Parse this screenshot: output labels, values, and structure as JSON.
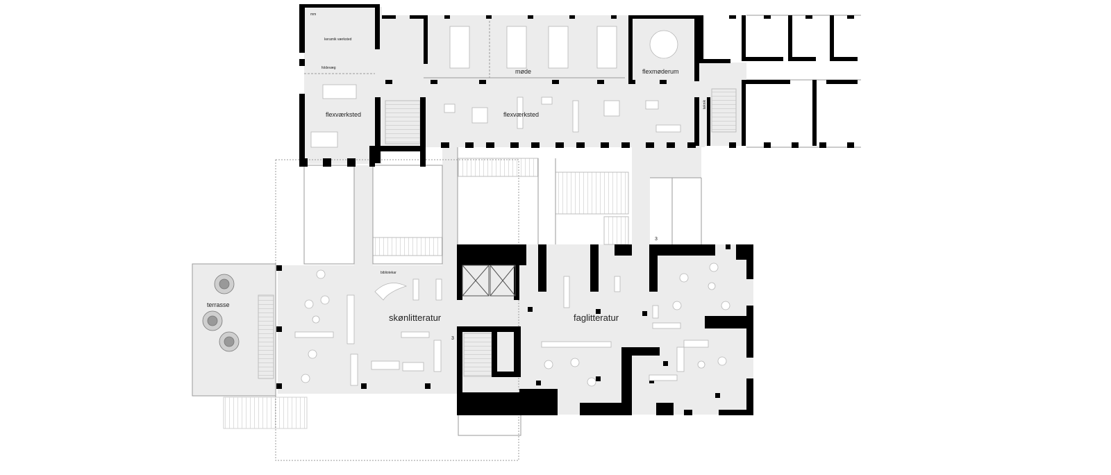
{
  "rooms": {
    "mm": "mm",
    "keramik": "keramik værksted",
    "foldevaeg": "foldevæg",
    "flexvaerksted_left": "flexværksted",
    "flexvaerksted_center": "flexværksted",
    "mode": "møde",
    "flexmoderum": "flexmøderum",
    "teknik": "teknik",
    "bibliotekar": "bibliotekar",
    "skonlitteratur": "skønlitteratur",
    "faglitteratur": "faglitteratur",
    "terrasse": "terrasse"
  },
  "markers": {
    "level_upper": "3",
    "level_lower": "3"
  },
  "colors": {
    "wall": "#000000",
    "floor": "#ececec",
    "line": "#9a9a9a",
    "furniture": "#ffffff"
  }
}
